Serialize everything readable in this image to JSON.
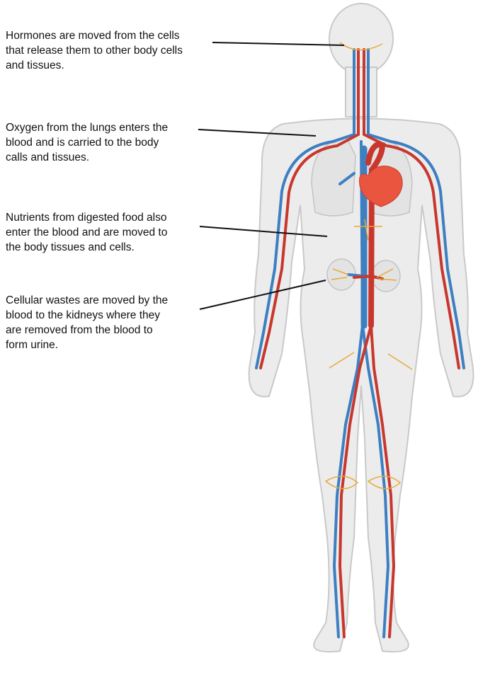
{
  "callouts": [
    {
      "id": "hormones",
      "text": "Hormones are moved from the cells\nthat release them to other body cells\nand tissues."
    },
    {
      "id": "oxygen",
      "text": "Oxygen from the lungs enters the\nblood and is carried to the body\ncalls and tissues."
    },
    {
      "id": "nutrients",
      "text": "Nutrients from digested food also\nenter the blood and are moved to\nthe body tissues and cells."
    },
    {
      "id": "wastes",
      "text": "Cellular wastes are moved by the\nblood to the kidneys where they\nare removed from the blood to\nform urine."
    }
  ],
  "colors": {
    "artery": "#c8372d",
    "vein": "#3d7fc1",
    "nerve_or_lymph": "#e8a83a",
    "heart": "#e9553f",
    "body_fill": "#ececec",
    "body_outline": "#c9c9c9",
    "leader_line": "#111111"
  }
}
